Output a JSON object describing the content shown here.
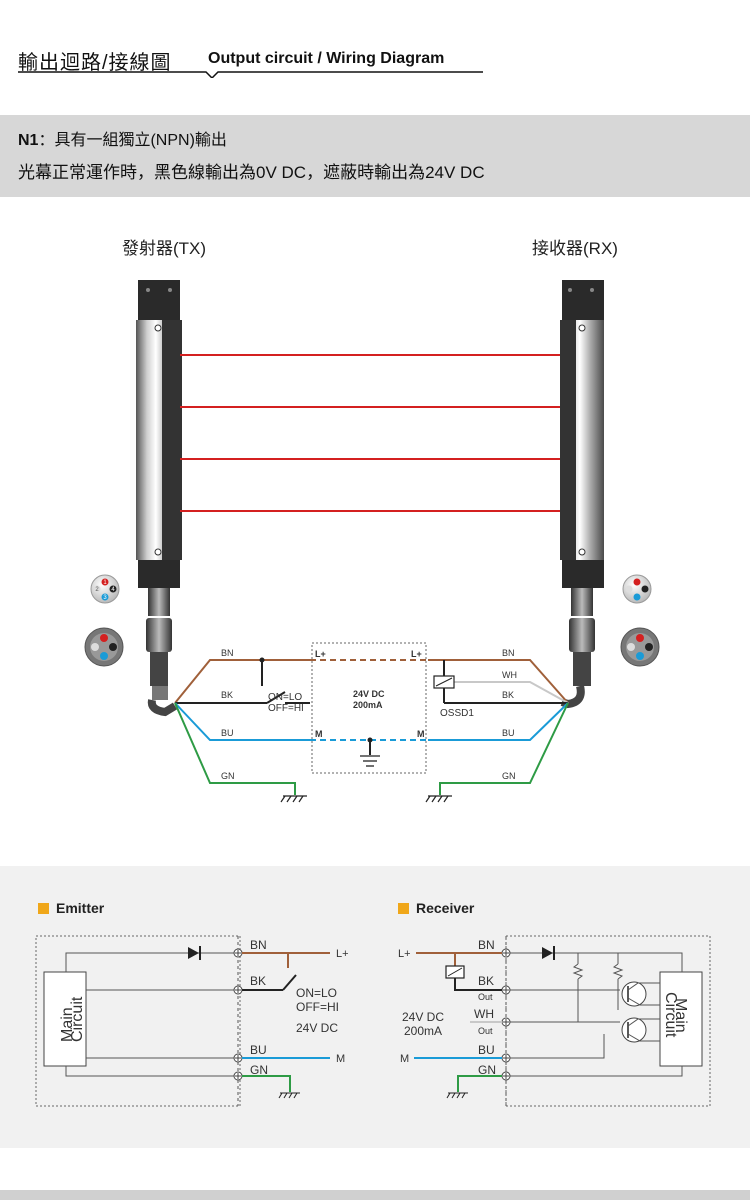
{
  "header": {
    "title_zh": "輸出迴路/接線圖",
    "title_en": "Output circuit / Wiring Diagram"
  },
  "n1": {
    "code": "N1",
    "desc": "：具有一組獨立(NPN)輸出",
    "line2": "光幕正常運作時，黑色線輸出為0V DC，遮蔽時輸出為24V DC"
  },
  "labels": {
    "tx": "發射器(TX)",
    "rx": "接收器(RX)"
  },
  "wiring": {
    "bn": "BN",
    "bk": "BK",
    "bu": "BU",
    "gn": "GN",
    "wh": "WH",
    "lplus": "L+",
    "m": "M",
    "switch_on": "ON=LO",
    "switch_off": "OFF=HI",
    "supply_v": "24V DC",
    "supply_a": "200mA",
    "ossd": "OSSD1"
  },
  "pins": [
    "1",
    "2",
    "3",
    "4"
  ],
  "emitter": {
    "title": "Emitter",
    "main1": "Main",
    "main2": "Circuit",
    "bn": "BN",
    "bk": "BK",
    "bu": "BU",
    "gn": "GN",
    "lplus": "L+",
    "m": "M",
    "on": "ON=LO",
    "off": "OFF=HI",
    "volt": "24V DC"
  },
  "receiver": {
    "title": "Receiver",
    "main1": "Main",
    "main2": "Circuit",
    "bn": "BN",
    "bk": "BK",
    "wh": "WH",
    "bu": "BU",
    "gn": "GN",
    "out": "Out",
    "lplus": "L+",
    "m": "M",
    "volt": "24V DC",
    "amp": "200mA"
  },
  "colors": {
    "brown": "#a0603a",
    "blue": "#1a9bd7",
    "green": "#2e9b45",
    "red": "#d42020",
    "white_wire": "#c8c8c8",
    "accent": "#f0a71a"
  }
}
